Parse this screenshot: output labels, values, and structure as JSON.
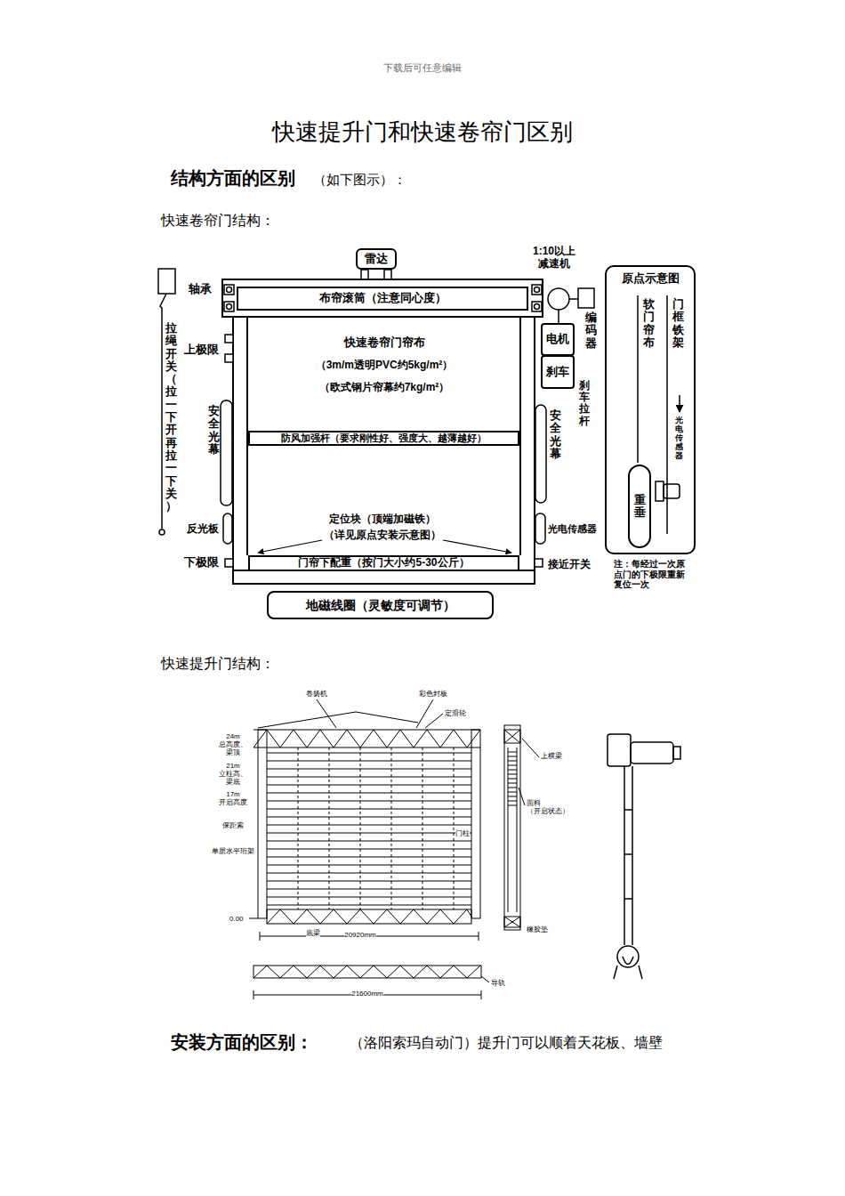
{
  "diagram": {
    "title": "快速提升门和快速卷帘门区别",
    "nodes": [
      {
        "text": [
          "雷达"
        ]
      },
      {
        "text": [
          "布帘滚筒（注意同心度）"
        ]
      },
      {
        "text": [
          "电机"
        ]
      },
      {
        "text": [
          "刹车"
        ]
      },
      {
        "text": [
          "防风加强杆（要求刚性好、强度大、越薄越好）"
        ]
      },
      {
        "text": [
          "门帘下配重（按门大小约5-30公斤）"
        ]
      },
      {
        "text": [
          "地磁线圈（灵敏度可调节）"
        ]
      },
      {
        "text": [
          "原点示意图"
        ]
      },
      {
        "text": [
          "重垂"
        ],
        "in": 7
      }
    ],
    "labels": [
      "下载后可任意编辑",
      "结构方面的区别",
      "（如下图示）：",
      "快速卷帘门结构：",
      "1:10以上 减速机",
      "轴承",
      "编码器",
      "拉绳开关（拉一下开再拉一下关）",
      "上极限",
      "刹车拉杆",
      "快速卷帘门帘布",
      "（3m/m透明PVC约5kg/m²）",
      "（欧式钢片帘幕约7kg/m²）",
      "安全光幕",
      "安全光幕",
      "反光板",
      "光电传感器",
      "定位块（顶端加磁铁）",
      "（详见原点安装示意图）",
      "下极限",
      "接近开关",
      "软门帘布",
      "门框铁架",
      "光电传感器",
      "注：每经过一次原点门的下极限重新复位一次",
      "快速提升门结构：",
      "卷扬机",
      "彩色封板",
      "定滑轮",
      "24m 总高度、梁顶",
      "21m 立柱高、梁底",
      "17m 开启高度",
      "保距索",
      "单层水平珩架",
      "门柱",
      "0.00",
      "底梁",
      "20920mm",
      "21600mm",
      "导轨",
      "上横梁",
      "面料 （开启状态）",
      "橡胶垫",
      "安装方面的区别：",
      "（洛阳索玛自动门）提升门可以顺着天花板、墙壁"
    ]
  }
}
